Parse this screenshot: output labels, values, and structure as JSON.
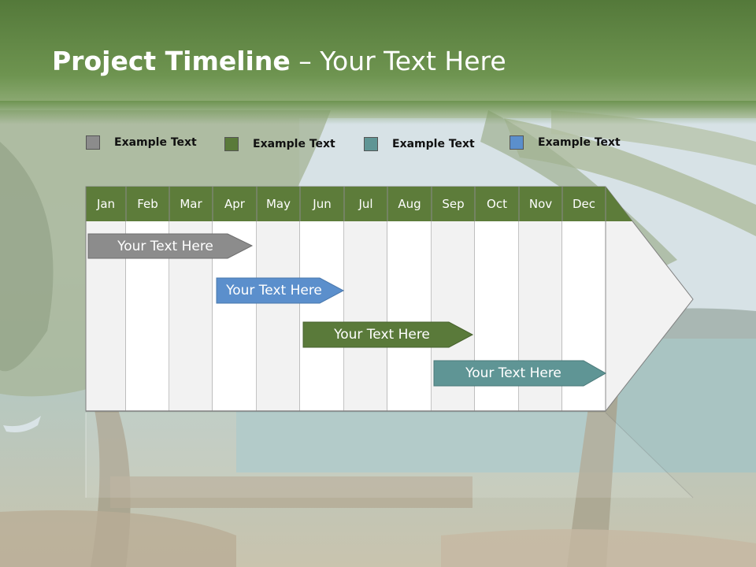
{
  "slide": {
    "title_bold": "Project Timeline",
    "title_rest": " – Your Text Here"
  },
  "legend": [
    {
      "label": "Example Text",
      "color": "#8c8c8c"
    },
    {
      "label": "Example Text",
      "color": "#5a7a3a"
    },
    {
      "label": "Example Text",
      "color": "#5f9595"
    },
    {
      "label": "Example Text",
      "color": "#5b8fcc"
    }
  ],
  "timeline": {
    "months": [
      "Jan",
      "Feb",
      "Mar",
      "Apr",
      "May",
      "Jun",
      "Jul",
      "Aug",
      "Sep",
      "Oct",
      "Nov",
      "Dec"
    ],
    "header_color": "#5d7c3a",
    "tasks": [
      {
        "label": "Your  Text Here",
        "color": "#8c8c8c"
      },
      {
        "label": "Your  Text Here",
        "color": "#5b8fcc"
      },
      {
        "label": "Your  Text Here",
        "color": "#5a7a3a"
      },
      {
        "label": "Your  Text Here",
        "color": "#5f9595"
      }
    ]
  }
}
